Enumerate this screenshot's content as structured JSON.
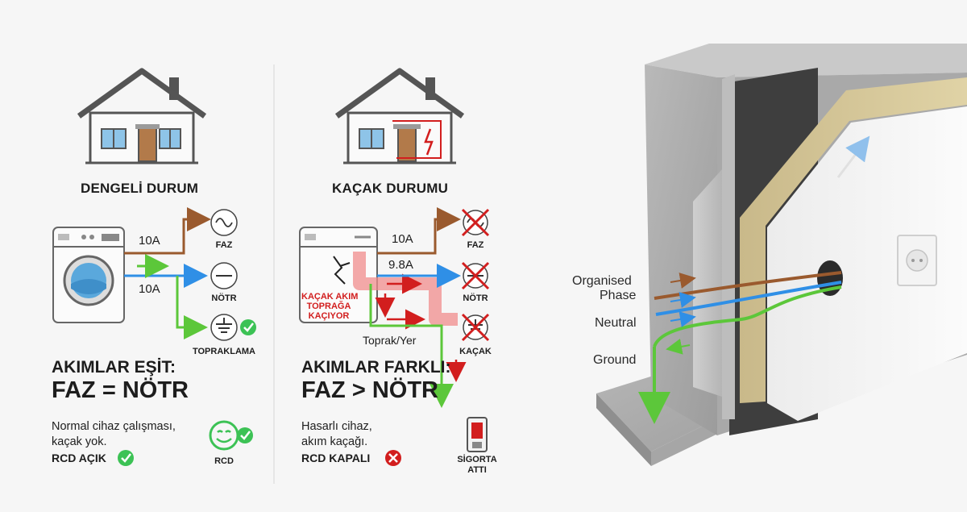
{
  "left": {
    "title": "DENGELİ DURUM",
    "amp_phase": "10A",
    "amp_neutral": "10A",
    "label_phase": "FAZ",
    "label_neutral": "NÖTR",
    "label_ground": "TOPRAKLAMA",
    "headline1": "AKIMLAR EŞİT:",
    "headline2": "FAZ = NÖTR",
    "desc_line1": "Normal cihaz çalışması,",
    "desc_line2": "kaçak yok.",
    "rcd_status": "RCD AÇIK",
    "rcd_label": "RCD"
  },
  "right": {
    "title": "KAÇAK DURUMU",
    "amp_phase": "10A",
    "amp_neutral": "9.8A",
    "label_phase": "FAZ",
    "label_neutral": "NÖTR",
    "label_leak": "KAÇAK",
    "leak_text1": "KAÇAK AKIM",
    "leak_text2": "TOPRAĞA",
    "leak_text3": "KAÇIYOR",
    "ground_label": "Toprak/Yer",
    "headline1": "AKIMLAR FARKLI:",
    "headline2": "FAZ > NÖTR",
    "desc_line1": "Hasarlı cihaz,",
    "desc_line2": "akım kaçağı.",
    "rcd_status": "RCD KAPALI",
    "breaker_label1": "SİGORTA",
    "breaker_label2": "ATTI"
  },
  "wall": {
    "label_phase1": "Organised",
    "label_phase2": "Phase",
    "label_neutral": "Neutral",
    "label_ground": "Ground"
  },
  "colors": {
    "phase": "#9a5a2e",
    "neutral": "#2f8fe6",
    "ground": "#5cc73a",
    "leak": "#f08c8c",
    "alert": "#d21e1e",
    "ok": "#3cc255"
  }
}
